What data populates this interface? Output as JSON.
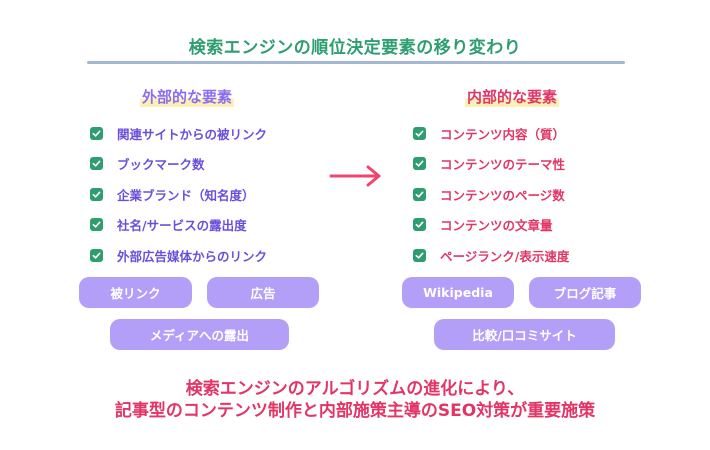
{
  "title": "検索エンジンの順位決定要素の移り変わり",
  "external": {
    "heading": "外部的な要素",
    "items": [
      "関連サイトからの被リンク",
      "ブックマーク数",
      "企業ブランド（知名度）",
      "社名/サービスの露出度",
      "外部広告媒体からのリンク"
    ],
    "tags": [
      "被リンク",
      "広告",
      "メディアへの露出"
    ]
  },
  "internal": {
    "heading": "内部的な要素",
    "items": [
      "コンテンツ内容（質）",
      "コンテンツのテーマ性",
      "コンテンツのページ数",
      "コンテンツの文章量",
      "ページランク/表示速度"
    ],
    "tags": [
      "Wikipedia",
      "ブログ記事",
      "比較/口コミサイト"
    ]
  },
  "conclusion": {
    "line1": "検索エンジンのアルゴリズムの進化により、",
    "line2": "記事型のコンテンツ制作と内部施策主導のSEO対策が重要施策"
  },
  "colors": {
    "title": "#2e9e70",
    "external": "#6a4fdc",
    "internal": "#e23566",
    "check": "#2e9e70",
    "pill": "#b39ef8",
    "highlight": "#fdf0b6",
    "arrow": "#f2456b"
  },
  "icons": {
    "check": "check-icon",
    "arrow": "arrow-right-icon"
  }
}
